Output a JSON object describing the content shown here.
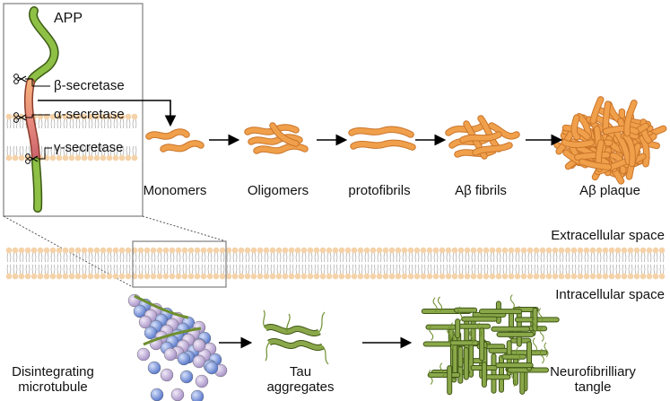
{
  "inset": {
    "protein": "APP",
    "enzymes": [
      "β-secretase",
      "α-secretase",
      "γ-secretase"
    ]
  },
  "pathway": {
    "stages": [
      "Monomers",
      "Oligomers",
      "protofibrils",
      "Aβ fibrils",
      "Aβ plaque"
    ]
  },
  "membrane": {
    "extracellular": "Extracellular space",
    "intracellular": "Intracellular space"
  },
  "tau_pathway": {
    "stages": [
      {
        "line1": "Disintegrating",
        "line2": "microtubule"
      },
      {
        "line1": "Tau",
        "line2": "aggregates"
      },
      {
        "line1": "Neurofibrilliary",
        "line2": "tangle"
      }
    ]
  },
  "colors": {
    "amyloid": "#F0A04B",
    "amyloid_dark": "#C9742A",
    "lipid_head": "#F5D2A8",
    "app_green": "#8DC045",
    "app_cleaved": "#E08080",
    "tau_green": "#6F8F2E",
    "tubulin_blue": "#6F8FD8",
    "tubulin_lilac": "#C9B8E0"
  }
}
